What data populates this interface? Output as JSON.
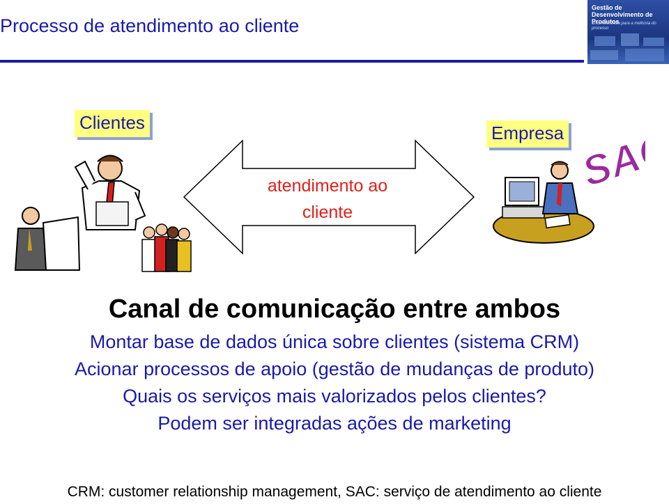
{
  "header": {
    "title": "Processo de atendimento ao cliente",
    "logo_line1": "Gestão de",
    "logo_line2": "Desenvolvimento de Produtos",
    "logo_sub": "Uma referência para a melhoria do processo"
  },
  "diagram": {
    "clientes_label": "Clientes",
    "empresa_label": "Empresa",
    "arrow_text_line1": "atendimento ao",
    "arrow_text_line2": "cliente",
    "sac_text": "SAC"
  },
  "content": {
    "heading": "Canal de comunicação entre ambos",
    "lines": [
      "Montar base de dados única sobre clientes (sistema CRM)",
      "Acionar processos de apoio (gestão de mudanças de produto)",
      "Quais os serviços mais valorizados pelos clientes?",
      "Podem ser integradas ações de marketing"
    ],
    "footnote": "CRM: customer relationship management, SAC: serviço de atendimento ao cliente"
  },
  "colors": {
    "title_blue": "#1a1aa8",
    "arrow_text_red": "#e0201a",
    "label_bg": "#ffff80",
    "sac_purple": "#9a2b9e"
  }
}
